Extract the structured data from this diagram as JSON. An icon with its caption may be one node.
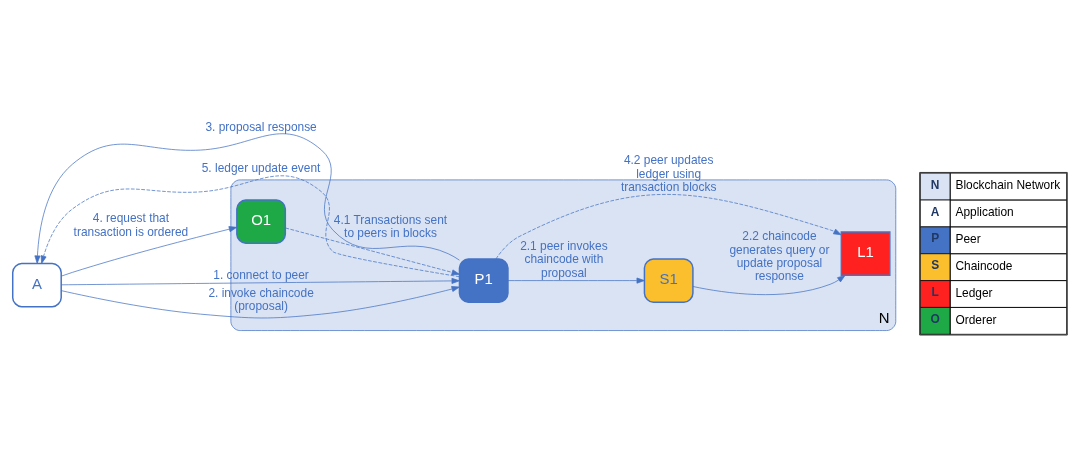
{
  "diagram": {
    "nodes": [
      {
        "text": [
          "N"
        ]
      },
      {
        "text": [
          "A"
        ]
      },
      {
        "text": [
          "P1"
        ],
        "in": 0
      },
      {
        "text": [
          "S1"
        ],
        "in": 0
      },
      {
        "text": [
          "L1"
        ],
        "in": 0
      },
      {
        "text": [
          "O1"
        ],
        "in": 0
      }
    ],
    "edges": [
      {
        "from": 1,
        "to": 2,
        "arrow": "to",
        "label": "1. connect to peer"
      },
      {
        "from": 1,
        "to": 2,
        "arrow": "to",
        "label": "2. invoke chaincode (proposal)"
      },
      {
        "from": 2,
        "to": 3,
        "arrow": "to",
        "label": "2.1 peer invokes chaincode with proposal"
      },
      {
        "from": 3,
        "to": 4,
        "arrow": "to",
        "label": "2.2 chaincode generates query or update proposal response"
      },
      {
        "from": 2,
        "to": 1,
        "arrow": "to",
        "label": "3. proposal response"
      },
      {
        "from": 1,
        "to": 5,
        "arrow": "to",
        "label": "4. request that transaction is ordered"
      },
      {
        "from": 5,
        "to": 2,
        "arrow": "to",
        "label": "4.1 Transactions sent to peers in blocks",
        "style": "dashed"
      },
      {
        "from": 2,
        "to": 4,
        "arrow": "to",
        "label": "4.2 peer updates ledger using transaction blocks",
        "style": "dashed"
      },
      {
        "from": 2,
        "to": 1,
        "arrow": "to",
        "label": "5. ledger update event",
        "style": "dashed"
      }
    ],
    "labels": [
      "N",
      "A",
      "P",
      "S",
      "L",
      "O"
    ],
    "legend": [
      {
        "text": "Blockchain Network",
        "color": "#dae3f3"
      },
      {
        "text": "Application",
        "color": "#ffffff"
      },
      {
        "text": "Peer",
        "color": "#4472c4"
      },
      {
        "text": "Chaincode",
        "color": "#fbbf2e"
      },
      {
        "text": "Ledger",
        "color": "#ff2020"
      },
      {
        "text": "Orderer",
        "color": "#1fa846"
      }
    ]
  }
}
